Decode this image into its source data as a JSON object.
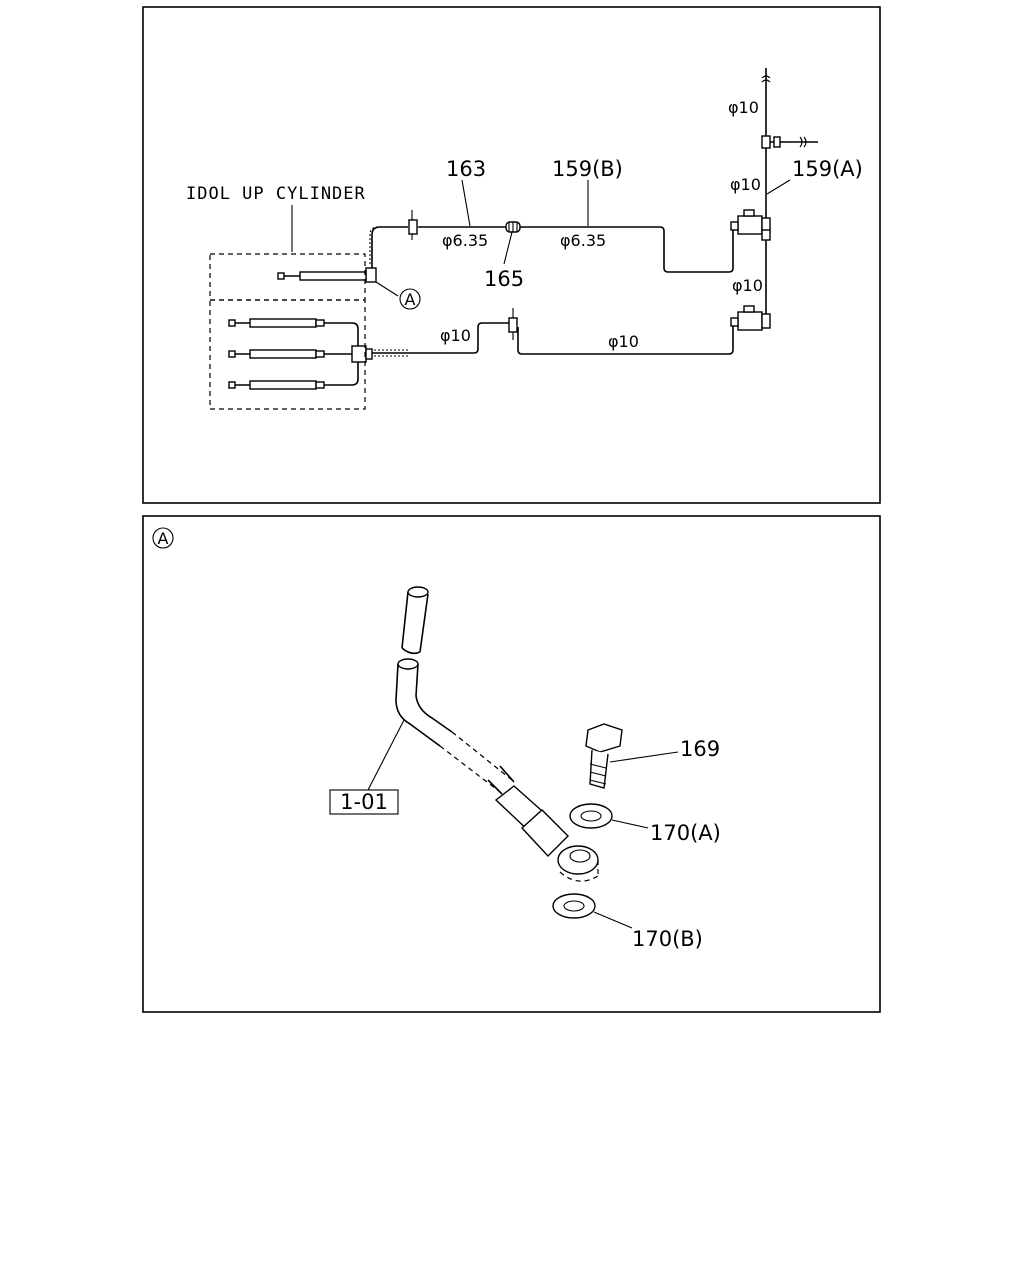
{
  "diagram": {
    "top_panel": {
      "cylinder_label": "IDOL UP CYLINDER",
      "callout_ref": "A",
      "labels": {
        "p163": "163",
        "p159b": "159(B)",
        "p159a": "159(A)",
        "p165": "165",
        "d635_left": "φ6.35",
        "d635_right": "φ6.35",
        "d10_top": "φ10",
        "d10_mid": "φ10",
        "d10_right_low": "φ10",
        "d10_bottom_left": "φ10",
        "d10_bottom_right": "φ10"
      }
    },
    "detail_panel": {
      "detail_ref": "A",
      "labels": {
        "p169": "169",
        "p170a": "170(A)",
        "p170b": "170(B)",
        "box_part": "1-01"
      }
    }
  }
}
